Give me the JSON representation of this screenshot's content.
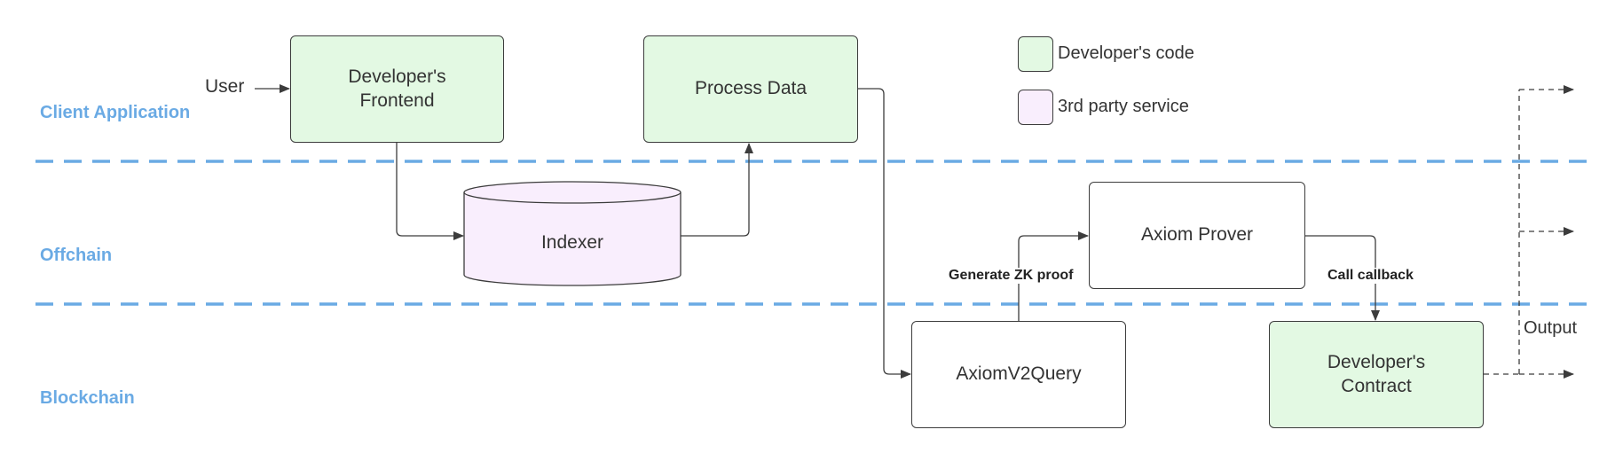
{
  "lanes": {
    "client": "Client Application",
    "offchain": "Offchain",
    "blockchain": "Blockchain"
  },
  "nodes": {
    "frontend": "Developer's\nFrontend",
    "process_data": "Process Data",
    "indexer": "Indexer",
    "axiom_prover": "Axiom Prover",
    "axiom_query": "AxiomV2Query",
    "contract": "Developer's\nContract"
  },
  "actors": {
    "user": "User"
  },
  "edge_labels": {
    "generate_zk": "Generate ZK proof",
    "call_callback": "Call callback",
    "output": "Output"
  },
  "legend": {
    "developer_code": "Developer's code",
    "third_party": "3rd party service"
  },
  "colors": {
    "developer_code": "#e3f9e3",
    "third_party": "#f9eefd",
    "lane_text": "#6aaae4",
    "lane_divider": "#6aaae4"
  }
}
